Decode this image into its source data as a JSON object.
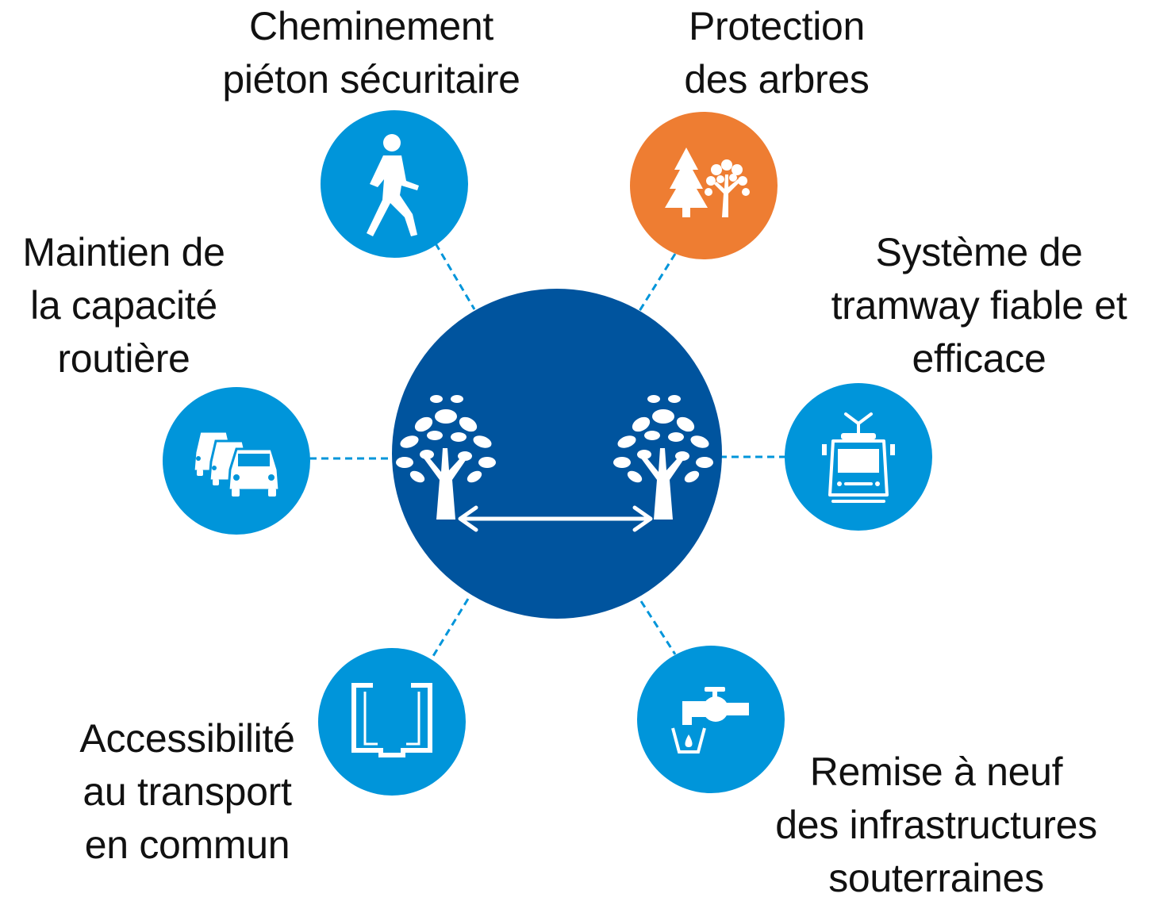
{
  "colors": {
    "center": "#00549e",
    "node_blue": "#0095da",
    "node_orange": "#ee7d32",
    "connector": "#0095da",
    "icon": "#ffffff"
  },
  "center": {
    "icons": [
      "tree-icon",
      "tree-icon",
      "double-arrow-icon"
    ]
  },
  "nodes": [
    {
      "id": "pedestrian",
      "icon": "pedestrian-icon",
      "color": "node_blue",
      "label": [
        "Cheminement",
        "piéton sécuritaire"
      ]
    },
    {
      "id": "trees",
      "icon": "trees-icon",
      "color": "node_orange",
      "label": [
        "Protection",
        "des arbres"
      ]
    },
    {
      "id": "tram",
      "icon": "tram-icon",
      "color": "node_blue",
      "label": [
        "Système de",
        "tramway fiable et",
        "efficace"
      ]
    },
    {
      "id": "water",
      "icon": "faucet-icon",
      "color": "node_blue",
      "label": [
        "Remise à neuf",
        "des infrastructures",
        "souterraines"
      ]
    },
    {
      "id": "transit",
      "icon": "transit-access-icon",
      "color": "node_blue",
      "label": [
        "Accessibilité",
        "au transport",
        "en commun"
      ]
    },
    {
      "id": "cars",
      "icon": "cars-icon",
      "color": "node_blue",
      "label": [
        "Maintien de",
        "la capacité",
        "routière"
      ]
    }
  ]
}
